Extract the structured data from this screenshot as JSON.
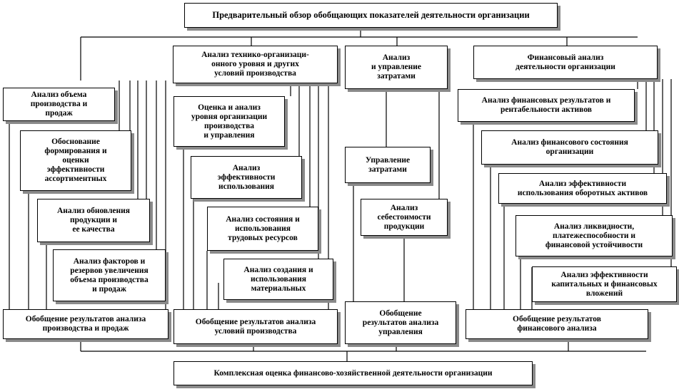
{
  "diagram": {
    "top": "Предварительный обзор обобщающих показателей деятельности организации",
    "columns": [
      {
        "items": [
          "Анализ объема\nпроизводства и\nпродаж",
          "Обоснование\nформирования и\nоценки\nэффективности\nассортиментных",
          "Анализ обновления\nпродукции и\nее качества",
          "Анализ факторов и\nрезервов увеличения\nобъема производства\nи продаж"
        ],
        "summary": "Обобщение результатов анализа\nпроизводства и продаж"
      },
      {
        "header": "Анализ технико-организаци-\nонного уровня и других\nусловий производства",
        "items": [
          "Оценка и анализ\nуровня организации\nпроизводства\nи управления",
          "Анализ\nэффективности\nиспользования",
          "Анализ состояния и\nиспользования\nтрудовых ресурсов",
          "Анализ создания и\nиспользования\nматериальных"
        ],
        "summary": "Обобщение результатов анализа\nусловий производства"
      },
      {
        "header": "Анализ\nи управление\nзатратами",
        "items": [
          "Управление\nзатратами",
          "Анализ\nсебестоимости\nпродукции"
        ],
        "summary": "Обобщение\nрезультатов анализа\nуправления"
      },
      {
        "header": "Финансовый анализ\nдеятельности организации",
        "items": [
          "Анализ финансовых результатов и\nрентабельности активов",
          "Анализ финансового состояния\nорганизации",
          "Анализ эффективности\nиспользования оборотных активов",
          "Анализ ликвидности,\nплатежеспособности и\nфинансовой устойчивости",
          "Анализ эффективности\nкапитальных и финансовых\nвложений"
        ],
        "summary": "Обобщение результатов\nфинансового анализа"
      }
    ],
    "bottom": "Комплексная оценка финансово-хозяйственной деятельности организации"
  }
}
